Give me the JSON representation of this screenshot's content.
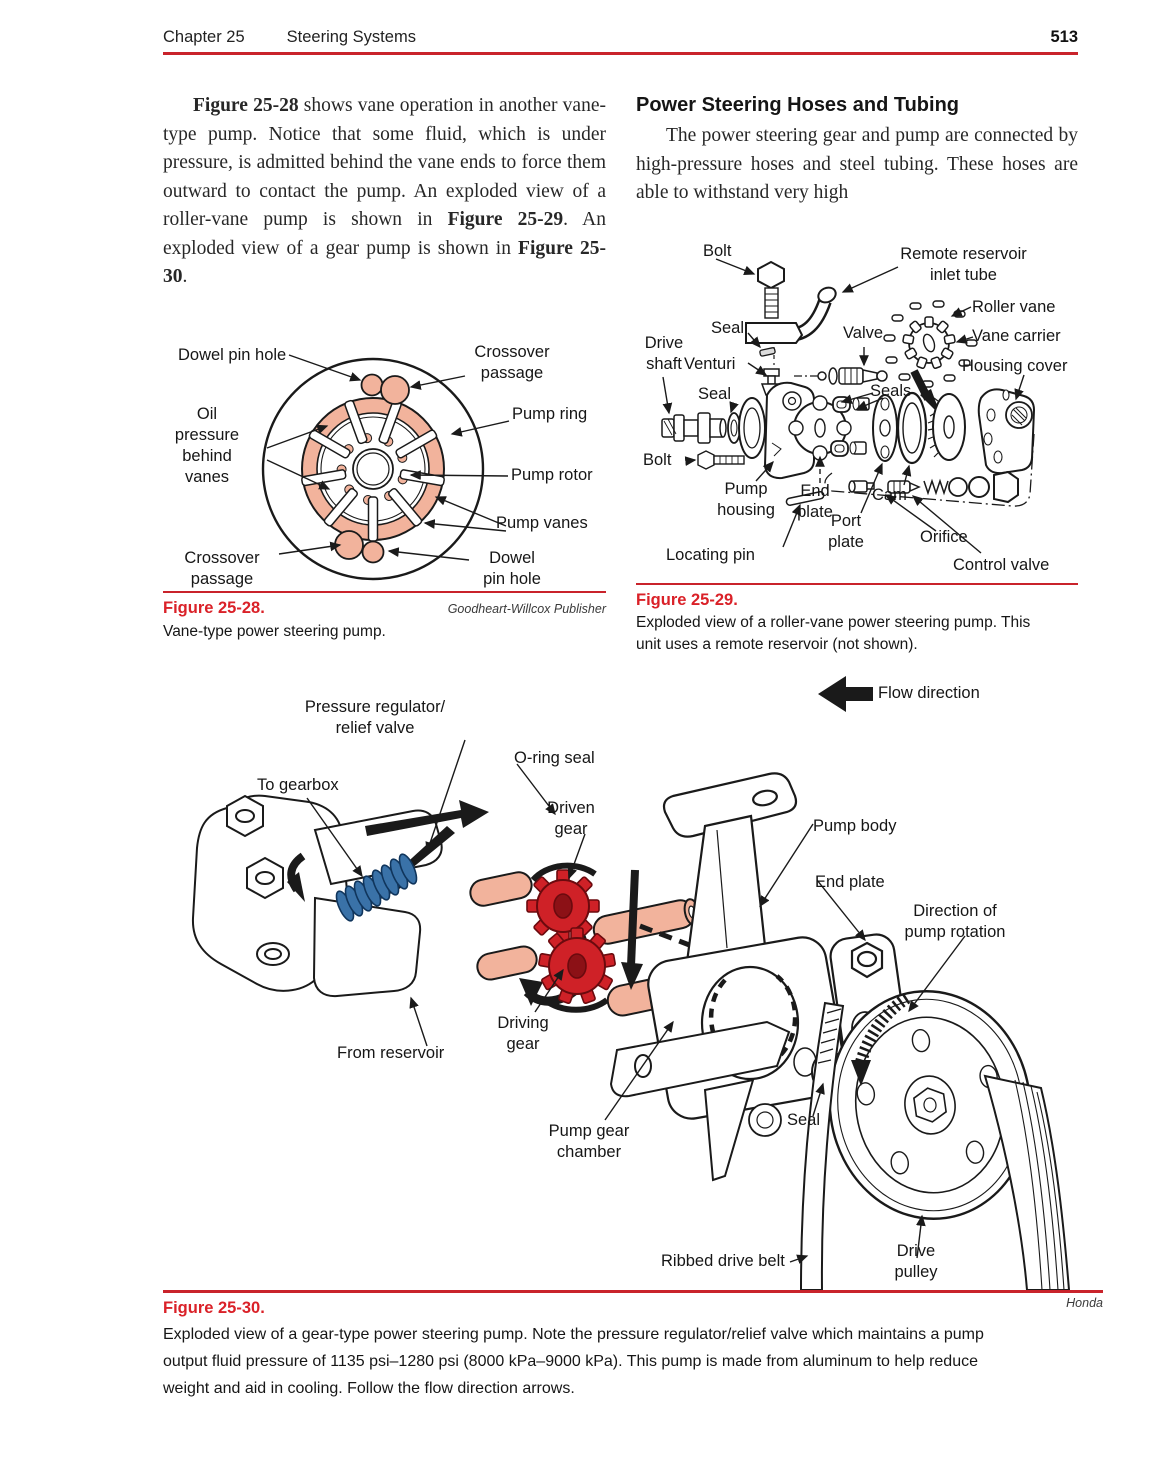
{
  "colors": {
    "accent_red": "#c9232b",
    "salmon": "#f2b39c",
    "gear_red": "#cf2127",
    "spring_blue": "#3a72a8"
  },
  "header": {
    "chapter": "Chapter 25",
    "section": "Steering Systems",
    "page_number": "513"
  },
  "intro": {
    "seg1": "Figure 25-28",
    "seg2": " shows vane operation in another vane-type pump. Notice that some fluid, which is under pressure, is admitted behind the vane ends to force them outward to contact the pump. An exploded view of a roller-vane pump is shown in ",
    "seg3": "Figure 25-29",
    "seg4": ". An exploded view of a gear pump is shown in ",
    "seg5": "Figure 25-30",
    "seg6": "."
  },
  "section": {
    "heading": "Power Steering Hoses and Tubing",
    "paragraph": "The power steering gear and pump are connected by high-pressure hoses and steel tubing. These hoses are able to withstand very high"
  },
  "fig28": {
    "number": "Figure 25-28.",
    "credit": "Goodheart-Willcox Publisher",
    "caption": "Vane-type power steering pump.",
    "labels": {
      "dowel_top": "Dowel pin hole",
      "crossover_top": "Crossover\npassage",
      "oil_pressure": "Oil\npressure\nbehind\nvanes",
      "pump_ring": "Pump ring",
      "pump_rotor": "Pump rotor",
      "pump_vanes": "Pump vanes",
      "crossover_bottom": "Crossover\npassage",
      "dowel_bottom": "Dowel\npin hole"
    }
  },
  "fig29": {
    "number": "Figure 25-29.",
    "caption": "Exploded view of a roller-vane power steering pump. This\nunit uses a remote reservoir (not shown).",
    "labels": {
      "bolt_top": "Bolt",
      "reservoir_tube": "Remote reservoir\ninlet tube",
      "seal_top": "Seal",
      "valve": "Valve",
      "roller_vane": "Roller vane",
      "vane_carrier": "Vane carrier",
      "drive_shaft": "Drive\nshaft",
      "venturi": "Venturi",
      "housing_cover": "Housing cover",
      "seal_left": "Seal",
      "seals": "Seals",
      "bolt_left": "Bolt",
      "pump_housing": "Pump\nhousing",
      "end_plate": "End\nplate",
      "cam": "Cam",
      "port_plate": "Port\nplate",
      "orifice": "Orifice",
      "locating_pin": "Locating pin",
      "control_valve": "Control valve"
    }
  },
  "fig30": {
    "number": "Figure 25-30.",
    "credit": "Honda",
    "caption": "Exploded view of a gear-type power steering pump. Note the pressure regulator/relief valve which maintains a pump\noutput fluid pressure of 1135 psi–1280 psi (8000 kPa–9000 kPa). This pump is made from aluminum to help reduce\nweight and aid in cooling. Follow the flow direction arrows.",
    "labels": {
      "flow_direction": "Flow direction",
      "pressure_regulator": "Pressure regulator/\nrelief valve",
      "oring_seal": "O-ring seal",
      "to_gearbox": "To gearbox",
      "driven_gear": "Driven\ngear",
      "pump_body": "Pump body",
      "end_plate": "End plate",
      "direction_rotation": "Direction of\npump rotation",
      "driving_gear": "Driving\ngear",
      "from_reservoir": "From reservoir",
      "pump_gear_chamber": "Pump gear\nchamber",
      "seal": "Seal",
      "ribbed_belt": "Ribbed drive belt",
      "drive_pulley": "Drive\npulley"
    }
  }
}
